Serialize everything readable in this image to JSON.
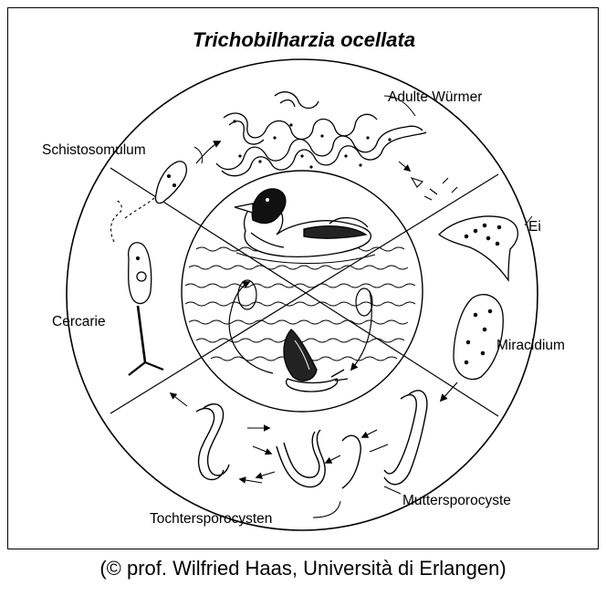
{
  "title": "Trichobilharzia ocellata",
  "stages": {
    "adult": "Adulte Würmer",
    "egg": "Ei",
    "miracidium": "Miracidium",
    "mother_sporocyst": "Muttersporocyste",
    "daughter_sporocysts": "Tochtersporocysten",
    "cercaria": "Cercarie",
    "schistosomulum": "Schistosomulum"
  },
  "credit": "(© prof. Wilfried Haas, Università di Erlangen)"
}
